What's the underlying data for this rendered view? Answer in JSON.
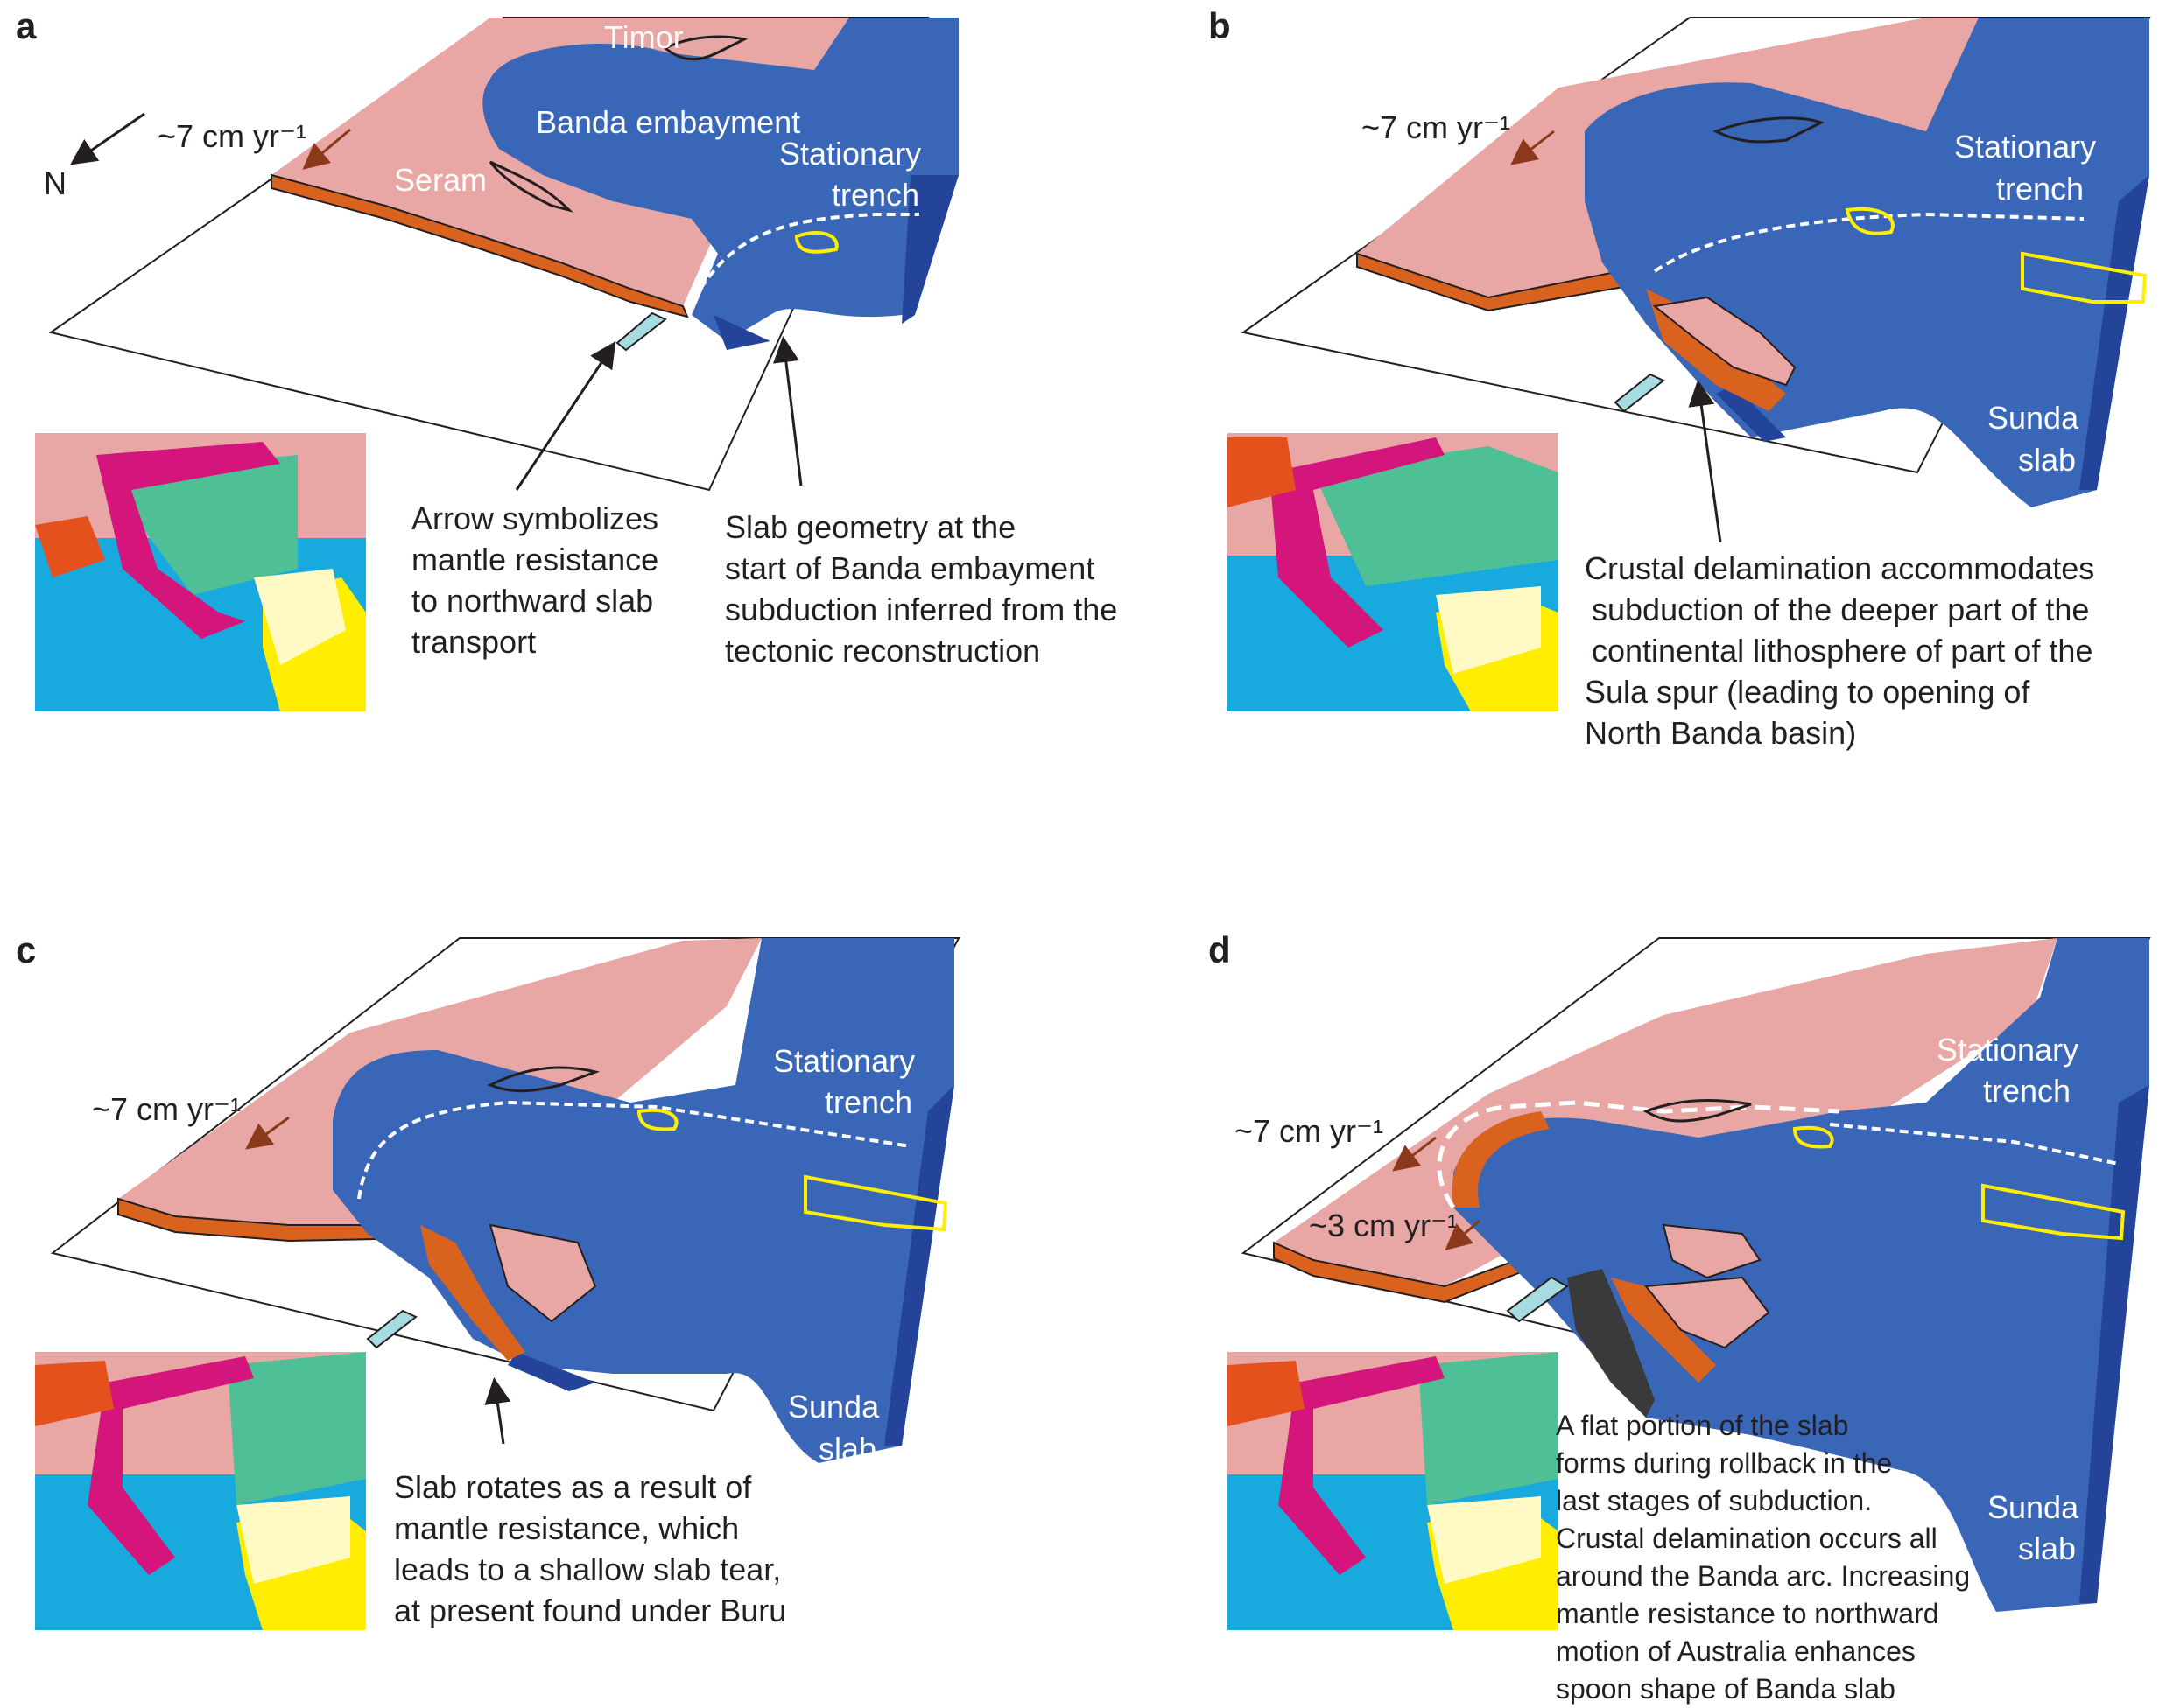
{
  "panels": {
    "a": {
      "label": "a",
      "velocity": "~7 cm yr⁻¹",
      "north": "N",
      "places": {
        "timor": "Timor",
        "banda": "Banda embayment",
        "seram": "Seram"
      },
      "trench": [
        "Stationary",
        "trench"
      ],
      "annotation_left": [
        "Arrow symbolizes",
        "mantle resistance",
        "to northward slab",
        "transport"
      ],
      "annotation_right": [
        "Slab geometry at the",
        "start of Banda embayment",
        "subduction inferred from the",
        "tectonic reconstruction"
      ]
    },
    "b": {
      "label": "b",
      "velocity": "~7 cm yr⁻¹",
      "trench": [
        "Stationary",
        "trench"
      ],
      "slab": [
        "Sunda",
        "slab"
      ],
      "annotation": [
        "Crustal delamination accommodates",
        "subduction of the deeper part of the",
        "continental lithosphere of part of the",
        "Sula spur (leading to opening of",
        "North Banda basin)"
      ]
    },
    "c": {
      "label": "c",
      "velocity": "~7 cm yr⁻¹",
      "trench": [
        "Stationary",
        "trench"
      ],
      "slab": [
        "Sunda",
        "slab"
      ],
      "annotation": [
        "Slab rotates as a result of",
        "mantle resistance, which",
        "leads to a shallow slab tear,",
        "at present found under Buru"
      ]
    },
    "d": {
      "label": "d",
      "velocity": "~7 cm yr⁻¹",
      "velocity2": "~3 cm yr⁻¹",
      "trench": [
        "Stationary",
        "trench"
      ],
      "slab": [
        "Sunda",
        "slab"
      ],
      "annotation": [
        "A flat portion of the slab",
        "forms during rollback in the",
        " last stages of subduction.",
        "Crustal delamination occurs all",
        "around the Banda arc. Increasing",
        "mantle resistance to northward",
        "motion of Australia enhances",
        "spoon shape of Banda slab"
      ]
    }
  },
  "colors": {
    "continent": "#e8a7a4",
    "ocean_plate": "#3a66b8",
    "ocean_dark": "#24449a",
    "crust_edge": "#d9621f",
    "arrow_brown": "#8a3a1a",
    "mantle_arrow": "#a6dbe0",
    "outline_yellow": "#ffee00",
    "flat_slab": "#3a3a3a"
  }
}
